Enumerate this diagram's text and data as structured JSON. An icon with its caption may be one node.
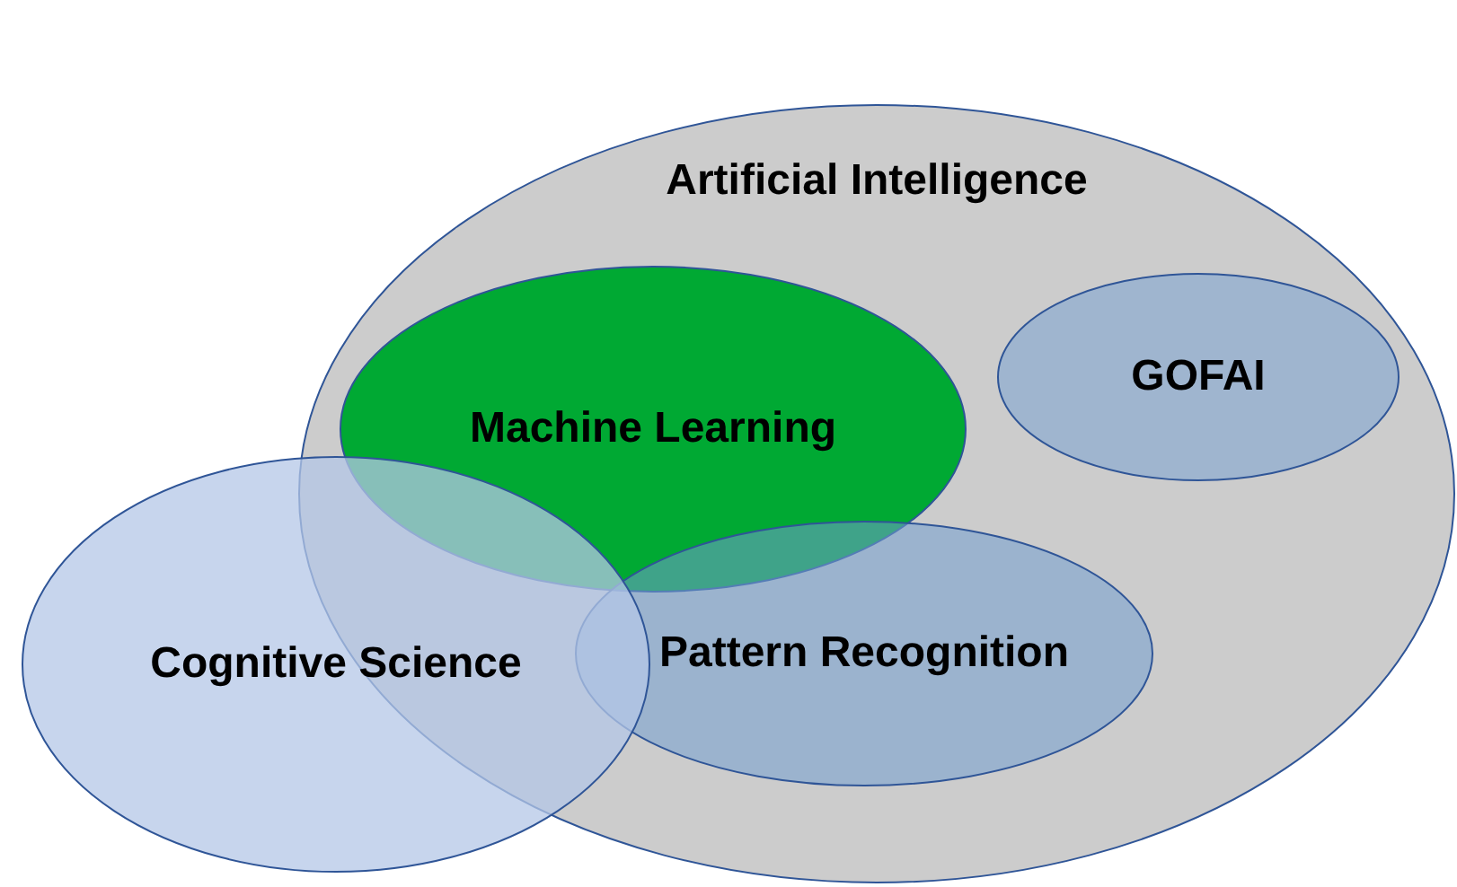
{
  "diagram": {
    "nodes": [
      {
        "text": [
          "Artificial Intelligence"
        ]
      },
      {
        "text": [
          "Machine Learning"
        ],
        "in": 0
      },
      {
        "text": [
          "GOFAI"
        ],
        "in": 0
      },
      {
        "text": [
          "Pattern Recognition"
        ],
        "in": 0
      },
      {
        "text": [
          "Cognitive Science"
        ]
      }
    ]
  }
}
